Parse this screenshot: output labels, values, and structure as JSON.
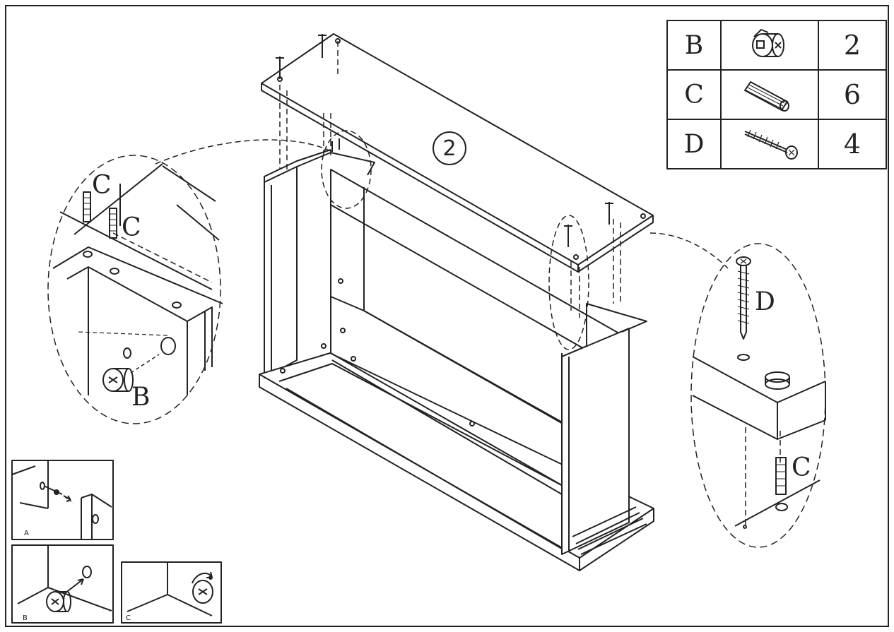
{
  "step_number": "2",
  "parts": [
    {
      "letter": "B",
      "icon": "cam-lock-icon",
      "qty": "2"
    },
    {
      "letter": "C",
      "icon": "wood-dowel-icon",
      "qty": "6"
    },
    {
      "letter": "D",
      "icon": "screw-icon",
      "qty": "4"
    }
  ],
  "callouts": {
    "left_c1": "C",
    "left_c2": "C",
    "left_b": "B",
    "right_d": "D",
    "right_c": "C"
  },
  "insets": {
    "a": "A",
    "b": "B",
    "c": "C"
  }
}
